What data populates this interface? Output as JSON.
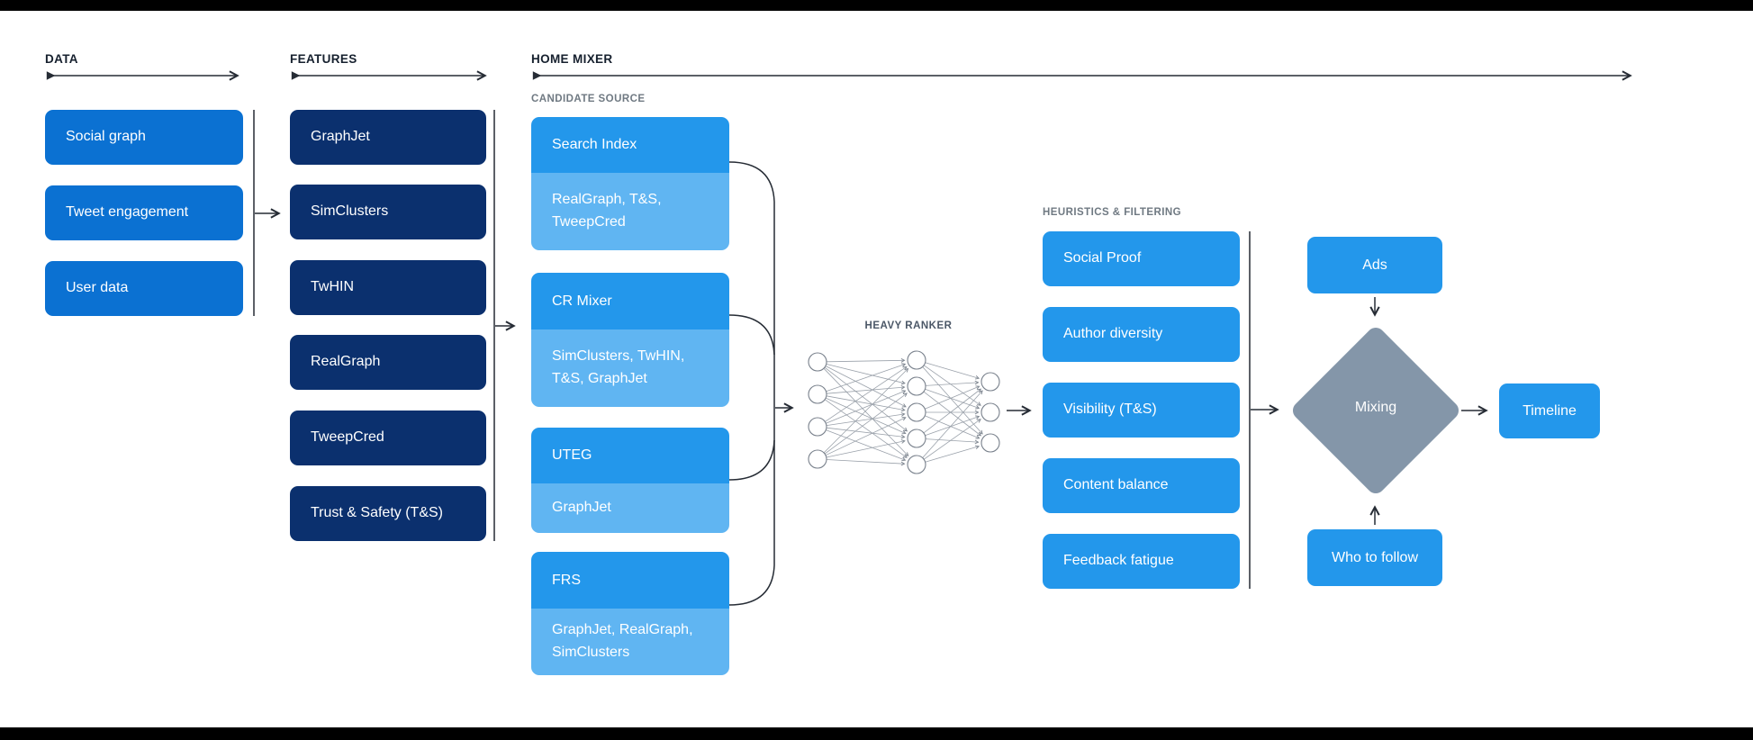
{
  "header": {
    "data": "DATA",
    "features": "FEATURES",
    "home_mixer": "HOME MIXER"
  },
  "data_column": {
    "boxes": [
      "Social graph",
      "Tweet engagement",
      "User data"
    ]
  },
  "features_column": {
    "boxes": [
      "GraphJet",
      "SimClusters",
      "TwHIN",
      "RealGraph",
      "TweepCred",
      "Trust & Safety (T&S)"
    ]
  },
  "candidate_source": {
    "label": "CANDIDATE SOURCE",
    "groups": [
      {
        "name": "Search Index",
        "sources": "RealGraph, T&S, TweepCred"
      },
      {
        "name": "CR Mixer",
        "sources": "SimClusters, TwHIN, T&S, GraphJet"
      },
      {
        "name": "UTEG",
        "sources": "GraphJet"
      },
      {
        "name": "FRS",
        "sources": "GraphJet, RealGraph, SimClusters"
      }
    ]
  },
  "heavy_ranker": {
    "label": "HEAVY RANKER"
  },
  "heuristics": {
    "label": "HEURISTICS & FILTERING",
    "boxes": [
      "Social Proof",
      "Author diversity",
      "Visibility (T&S)",
      "Content balance",
      "Feedback fatigue"
    ]
  },
  "mixing": {
    "ads": "Ads",
    "diamond": "Mixing",
    "who_to_follow": "Who to follow",
    "timeline": "Timeline"
  },
  "colors": {
    "data_box": "#0B71D2",
    "features_box": "#0B306E",
    "bright_box": "#2397EB",
    "sub_box": "#60B5F2",
    "diamond": "#8496A9",
    "heading_text": "#16202E",
    "muted_label": "#6F7982",
    "connector_line": "#262C35"
  }
}
